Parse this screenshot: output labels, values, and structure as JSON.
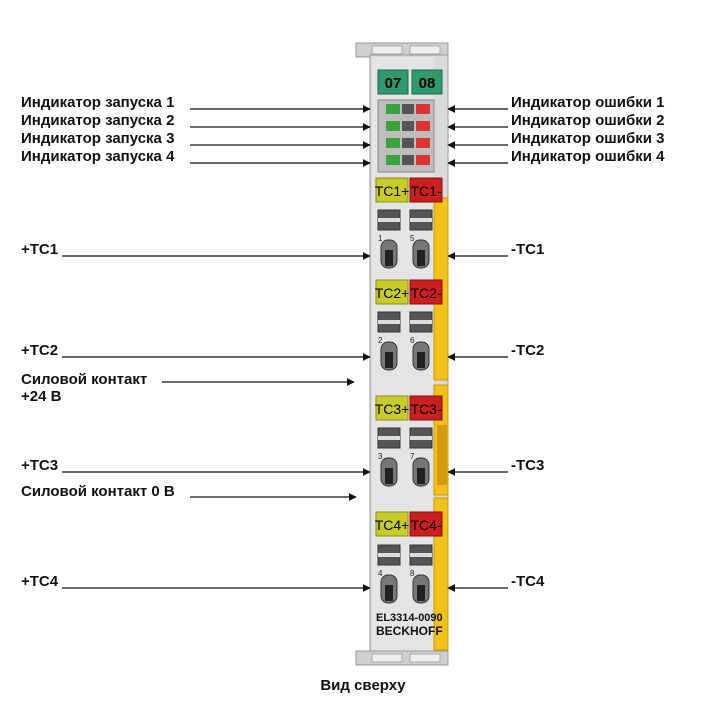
{
  "module": {
    "channel_badges": [
      "07",
      "08"
    ],
    "model": "EL3314-0090",
    "brand": "BECKHOFF"
  },
  "terminals": [
    {
      "plus_label": "TC1+",
      "minus_label": "TC1-",
      "num_left": "1",
      "num_right": "5"
    },
    {
      "plus_label": "TC2+",
      "minus_label": "TC2-",
      "num_left": "2",
      "num_right": "6"
    },
    {
      "plus_label": "TC3+",
      "minus_label": "TC3-",
      "num_left": "3",
      "num_right": "7"
    },
    {
      "plus_label": "TC4+",
      "minus_label": "TC4-",
      "num_left": "4",
      "num_right": "8"
    }
  ],
  "labels_left": {
    "run_led_1": "Индикатор запуска 1",
    "run_led_2": "Индикатор запуска 2",
    "run_led_3": "Индикатор запуска 3",
    "run_led_4": "Индикатор запуска 4",
    "tc1_plus": "+TC1",
    "tc2_plus": "+TC2",
    "power_24v_line1": "Силовой контакт",
    "power_24v_line2": "+24 В",
    "tc3_plus": "+TC3",
    "power_0v": "Силовой контакт 0 В",
    "tc4_plus": "+TC4"
  },
  "labels_right": {
    "err_led_1": "Индикатор ошибки 1",
    "err_led_2": "Индикатор ошибки 2",
    "err_led_3": "Индикатор ошибки 3",
    "err_led_4": "Индикатор ошибки 4",
    "tc1_minus": "-TC1",
    "tc2_minus": "-TC2",
    "tc3_minus": "-TC3",
    "tc4_minus": "-TC4"
  },
  "caption": "Вид сверху",
  "colors": {
    "badge_green": "#2e9a6e",
    "plus_yellow": "#c8cc2a",
    "minus_red": "#cc2020",
    "body_grey": "#d9d9d9",
    "side_yellow": "#f2c21a",
    "led_green": "#3aa33a",
    "led_red": "#d33"
  }
}
